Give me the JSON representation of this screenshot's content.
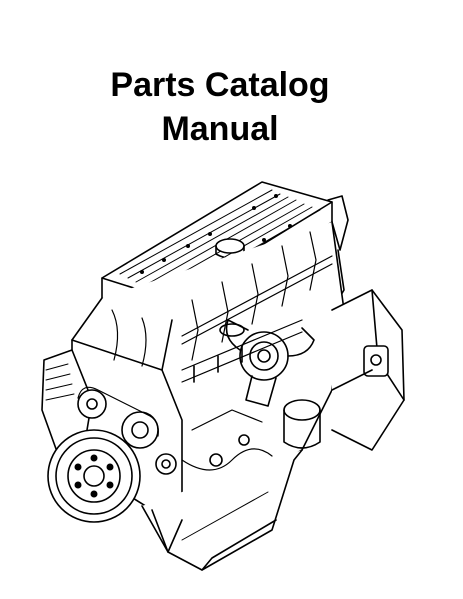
{
  "document": {
    "title_line_1": "Parts Catalog",
    "title_line_2": "Manual"
  },
  "illustration": {
    "icon": "engine-line-drawing",
    "stroke_color": "#000000",
    "background_color": "#ffffff"
  }
}
